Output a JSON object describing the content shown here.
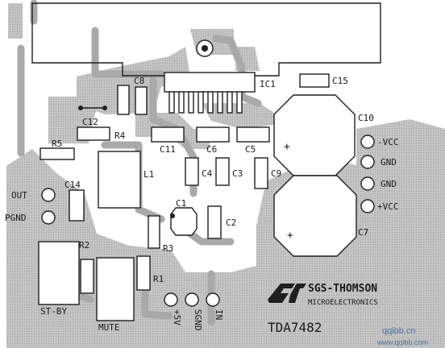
{
  "board": {
    "manufacturer_name": "SGS-THOMSON",
    "manufacturer_sub": "MICROELECTRONICS",
    "chip_name": "TDA7482",
    "watermark": "qqibb.cn",
    "watermark_sub": "www.qqibb.com"
  },
  "components": {
    "ic1": "IC1",
    "c15": "C15",
    "c8": "C8",
    "c12": "C12",
    "r4": "R4",
    "r5": "R5",
    "c11": "C11",
    "c6": "C6",
    "c5": "C5",
    "c10": "C10",
    "l1": "L1",
    "c4": "C4",
    "c3": "C3",
    "c9": "C9",
    "c14": "C14",
    "c1": "C1",
    "c2": "C2",
    "r2": "R2",
    "r3": "R3",
    "r1": "R1",
    "c7": "C7"
  },
  "connectors": {
    "out": "OUT",
    "pgnd": "PGND",
    "st_by": "ST-BY",
    "mute": "MUTE",
    "plus5v": "+5V",
    "sgnd": "SGND",
    "in": "IN",
    "minus_vcc": "-VCC",
    "gnd_upper": "GND",
    "gnd_lower": "GND",
    "plus_vcc": "+VCC"
  },
  "symbols": {
    "c10_polarity": "+",
    "c7_polarity": "+"
  },
  "colors": {
    "copper_fill": "#c4c4c4",
    "trace": "#a9a9a9",
    "silkscreen": "#1f1f1f",
    "background": "#ffffff"
  }
}
